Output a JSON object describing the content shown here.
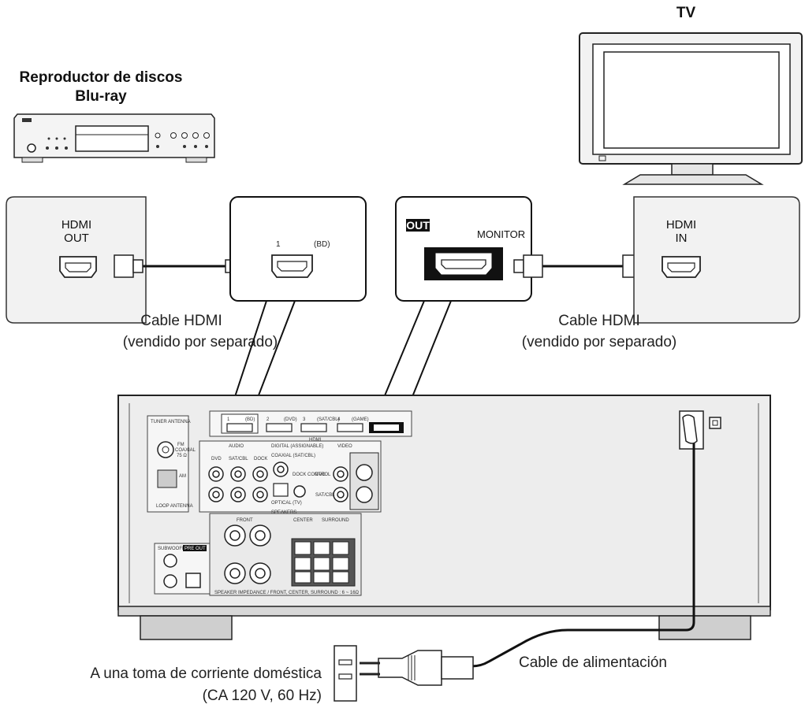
{
  "labels": {
    "tv": "TV",
    "player_line1": "Reproductor de discos",
    "player_line2": "Blu-ray",
    "hdmi_out_line1": "HDMI",
    "hdmi_out_line2": "OUT",
    "input_num": "1",
    "input_name": "(BD)",
    "out_badge": "OUT",
    "monitor": "MONITOR",
    "hdmi_in_line1": "HDMI",
    "hdmi_in_line2": "IN",
    "cable_left_line1": "Cable HDMI",
    "cable_left_line2": "(vendido por separado)",
    "cable_right_line1": "Cable HDMI",
    "cable_right_line2": "(vendido por separado)",
    "power_cable": "Cable de alimentación",
    "outlet_line1": "A una toma de corriente doméstica",
    "outlet_line2": "(CA 120 V, 60 Hz)"
  },
  "receiver_panel": {
    "tuner_antenna": "TUNER ANTENNA",
    "fm": "FM",
    "coaxial": "COAXIAL",
    "ohm": "75 Ω",
    "am": "AM",
    "loop_antenna": "LOOP ANTENNA",
    "hdmi": "HDMI",
    "hdmi_1": "1",
    "hdmi_1_name": "(BD)",
    "hdmi_2": "2",
    "hdmi_2_name": "(DVD)",
    "hdmi_3": "3",
    "hdmi_3_name": "(SAT/CBL)",
    "hdmi_4": "4",
    "hdmi_4_name": "(GAME)",
    "audio": "AUDIO",
    "dvd": "DVD",
    "satcbl": "SAT/CBL",
    "dock": "DOCK",
    "digital": "DIGITAL (ASSIGNABLE)",
    "coaxial_satcbl": "COAXIAL (SAT/CBL)",
    "optical": "OPTICAL (TV)",
    "dock_control": "DOCK CONTROL",
    "video": "VIDEO",
    "speakers": "SPEAKERS",
    "front": "FRONT",
    "center": "CENTER",
    "surround": "SURROUND",
    "subwoofer": "SUBWOOFER",
    "pre_out": "PRE OUT",
    "impedance": "SPEAKER IMPEDANCE / FRONT, CENTER, SURROUND : 6 ~ 16Ω"
  }
}
